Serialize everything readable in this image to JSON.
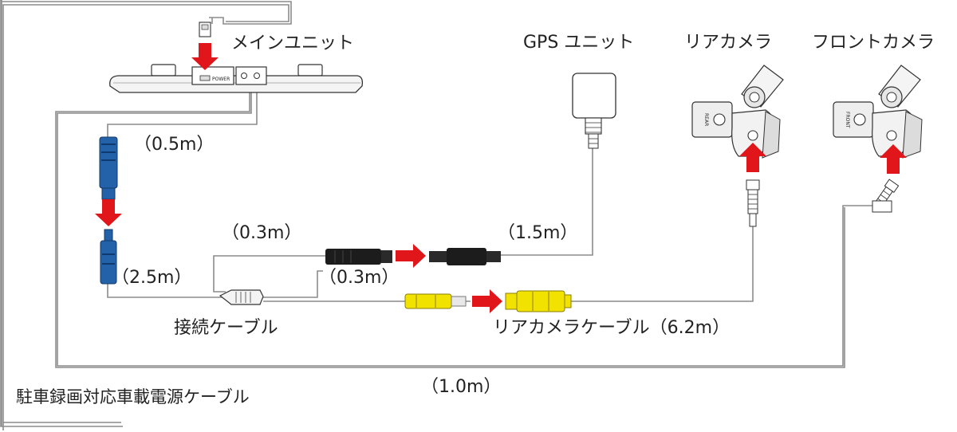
{
  "labels": {
    "main_unit": "メインユニット",
    "gps_unit": "GPS ユニット",
    "rear_camera": "リアカメラ",
    "front_camera": "フロントカメラ",
    "len_05": "（0.5m）",
    "len_03_top": "（0.3m）",
    "len_15": "（1.5m）",
    "len_03_bottom": "（0.3m）",
    "len_25": "（2.5m）",
    "connection_cable": "接続ケーブル",
    "rear_camera_cable": "リアカメラケーブル（6.2m）",
    "len_10": "（1.0m）",
    "power_cable": "駐車録画対応車載電源ケーブル"
  },
  "markings": {
    "rear": "REAR",
    "front": "FRONT",
    "power": "POWER"
  },
  "icons": {
    "arrow": "arrow-icon",
    "mount": "suction-mount-icon"
  },
  "colors": {
    "arrow_red": "#e0161b",
    "connector_blue": "#2361a8",
    "connector_yellow": "#f2e200",
    "connector_black": "#1c1c1c",
    "wire_gray": "#8c8c8c"
  }
}
